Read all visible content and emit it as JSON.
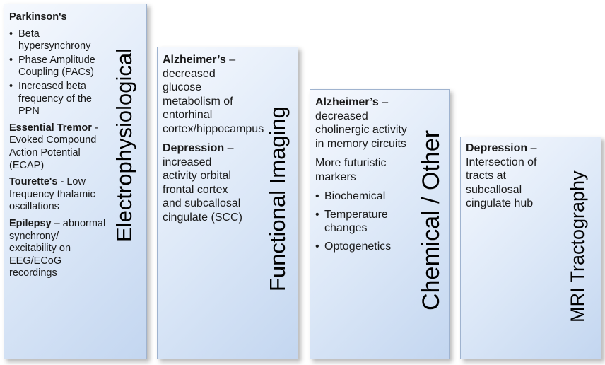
{
  "panels": [
    {
      "title": "Electrophysiological",
      "sections": [
        {
          "heading": "Parkinson's",
          "bullets": [
            "Beta hypersynchrony",
            "Phase Amplitude Coupling (PACs)",
            "Increased beta frequency of the PPN"
          ]
        },
        {
          "heading": "Essential Tremor",
          "text": " - Evoked Compound Action Potential (ECAP)"
        },
        {
          "heading": "Tourette's",
          "text": " - Low frequency thalamic oscillations"
        },
        {
          "heading": "Epilepsy",
          "text": " – abnormal synchrony/ excitability on EEG/ECoG recordings"
        }
      ]
    },
    {
      "title": "Functional Imaging",
      "sections": [
        {
          "heading": "Alzheimer’s",
          "text": " – decreased glucose metabolism of entorhinal cortex/hippocampus"
        },
        {
          "heading": "Depression",
          "text": " – increased activity orbital frontal cortex and subcallosal cingulate (SCC)"
        }
      ]
    },
    {
      "title": "Chemical / Other",
      "sections": [
        {
          "heading": "Alzheimer’s",
          "text": " – decreased cholinergic activity in memory circuits"
        },
        {
          "text": "More futuristic markers"
        },
        {
          "bullets": [
            "Biochemical",
            "Temperature changes",
            "Optogenetics"
          ]
        }
      ]
    },
    {
      "title": "MRI Tractography",
      "sections": [
        {
          "heading": "Depression",
          "text": " – Intersection of tracts at subcallosal cingulate hub"
        }
      ]
    }
  ]
}
